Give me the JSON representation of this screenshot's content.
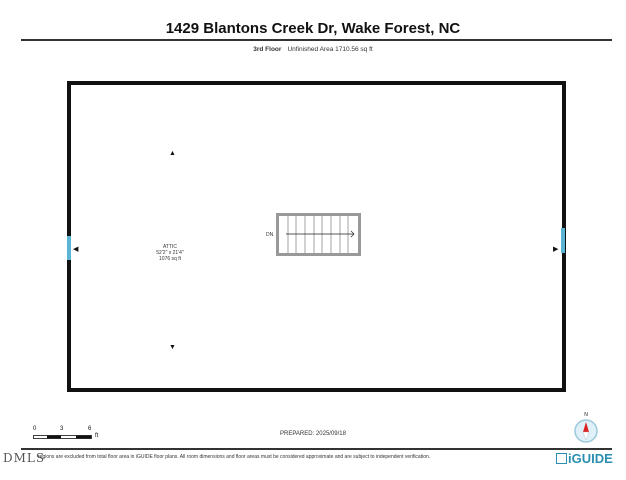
{
  "header": {
    "title": "1429 Blantons Creek Dr, Wake Forest, NC",
    "floor": "3rd Floor",
    "area": "Unfinished Area 1710.56 sq ft"
  },
  "room": {
    "name": "ATTIC",
    "dimensions": "52'2\" x 21'4\"",
    "area": "1076 sq ft"
  },
  "stairs": {
    "label": "DN"
  },
  "scale": {
    "ticks": [
      "0",
      "3",
      "6"
    ],
    "unit": "ft"
  },
  "compass": {
    "label": "N"
  },
  "prepared": "PREPARED: 2025/09/18",
  "footer": {
    "disclaimer": "regions are excluded from total floor area in iGUIDE floor plans. All room dimensions and floor areas must be considered approximate and are subject to independent verification.",
    "watermark": "DMLS",
    "brand": "iGUIDE"
  },
  "colors": {
    "wall": "#111111",
    "window": "#5ab4d6",
    "brand": "#2a8fb0"
  }
}
